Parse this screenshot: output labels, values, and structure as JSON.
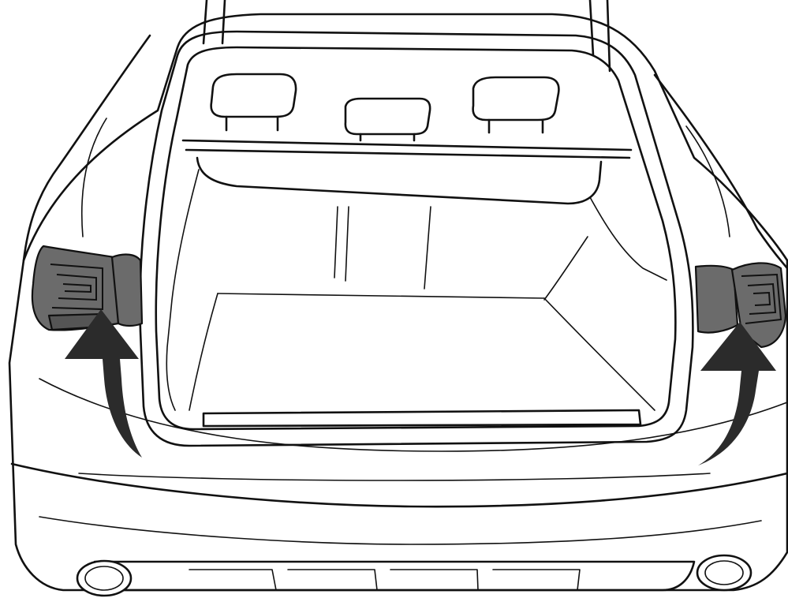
{
  "illustration": {
    "subject": "car-rear-tailgate-open",
    "colors": {
      "line": "#111111",
      "background": "#ffffff",
      "taillamp": "#6b6b6b",
      "taillamp_dark": "#555555",
      "arrow": "#2b2b2b"
    },
    "icons": [
      "curved-arrow-up-left",
      "curved-arrow-up-right"
    ]
  }
}
